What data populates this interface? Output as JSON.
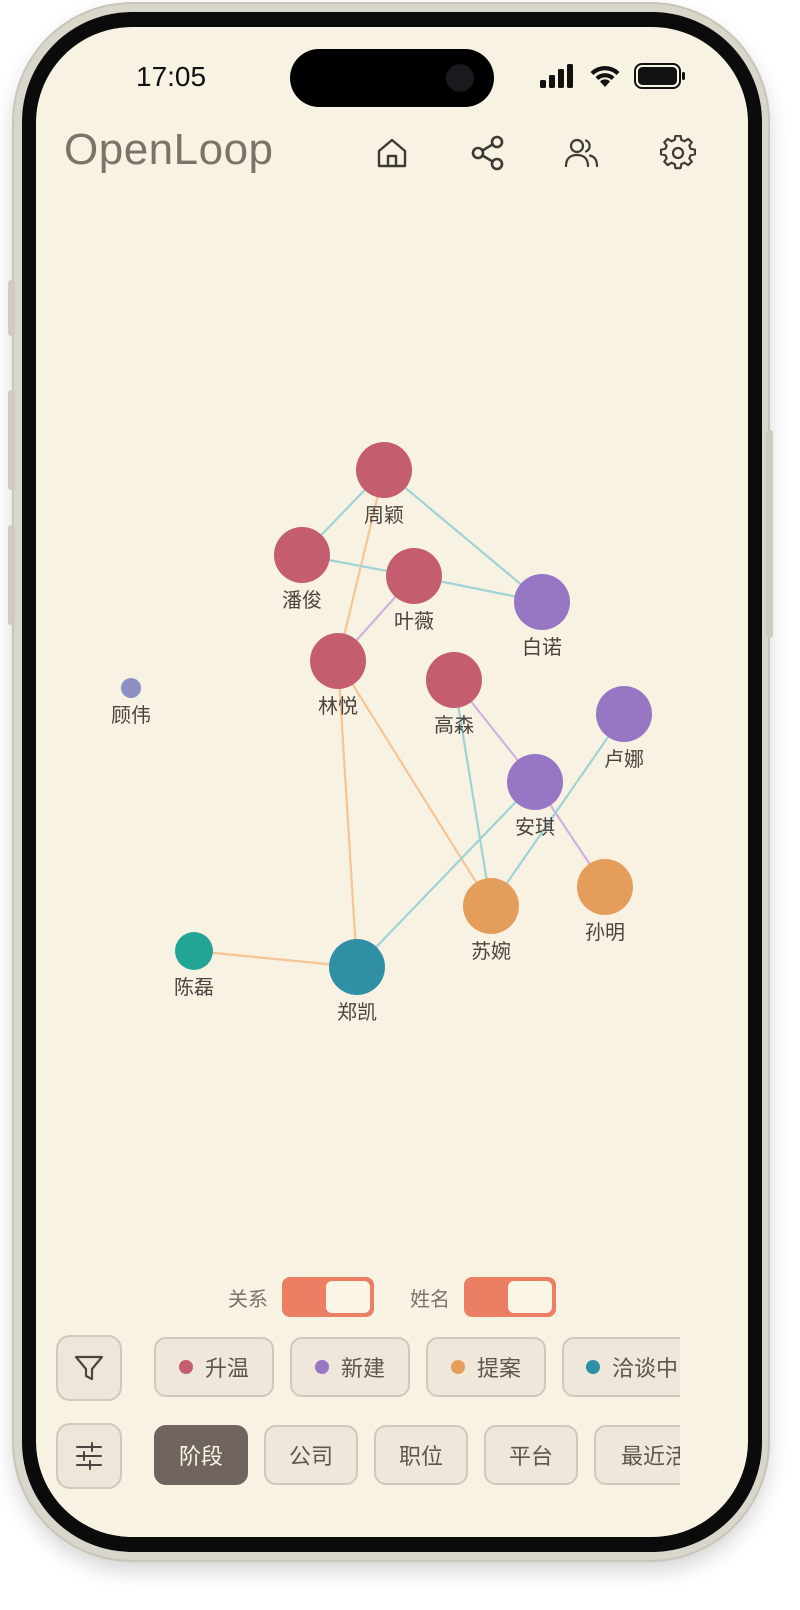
{
  "status": {
    "time": "17:05"
  },
  "app": {
    "logo": "OpenLoop"
  },
  "nav": [
    {
      "name": "home-icon"
    },
    {
      "name": "share-icon"
    },
    {
      "name": "users-icon"
    },
    {
      "name": "gear-icon"
    }
  ],
  "colors": {
    "background": "#f8f2e3",
    "warming": "#c45e6e",
    "new": "#9776c4",
    "proposal": "#e59d5c",
    "negotiating": "#2f8fa5",
    "other_teal": "#23a595",
    "isolated": "#8d90c4",
    "edge_teal": "#9fd3d6",
    "edge_orange": "#f7c593",
    "edge_purple": "#d1b2de",
    "toggle_on": "#eb7f63",
    "active_chip": "#6f655e"
  },
  "graph": {
    "nodes": [
      {
        "id": "zhouying",
        "label": "周颖",
        "stage": "warming"
      },
      {
        "id": "panjun",
        "label": "潘俊",
        "stage": "warming"
      },
      {
        "id": "yewei",
        "label": "叶薇",
        "stage": "warming"
      },
      {
        "id": "bainuo",
        "label": "白诺",
        "stage": "new"
      },
      {
        "id": "linyue",
        "label": "林悦",
        "stage": "warming"
      },
      {
        "id": "gaosen",
        "label": "高森",
        "stage": "warming"
      },
      {
        "id": "guwei",
        "label": "顾伟",
        "stage": "isolated"
      },
      {
        "id": "luna",
        "label": "卢娜",
        "stage": "new"
      },
      {
        "id": "anqi",
        "label": "安琪",
        "stage": "new"
      },
      {
        "id": "sunming",
        "label": "孙明",
        "stage": "proposal"
      },
      {
        "id": "suwan",
        "label": "苏婉",
        "stage": "proposal"
      },
      {
        "id": "chenlei",
        "label": "陈磊",
        "stage": "other_teal"
      },
      {
        "id": "zhengkai",
        "label": "郑凯",
        "stage": "negotiating"
      }
    ],
    "edges": [
      {
        "from": "zhouying",
        "to": "panjun",
        "type": "edge_teal"
      },
      {
        "from": "zhouying",
        "to": "bainuo",
        "type": "edge_teal"
      },
      {
        "from": "zhouying",
        "to": "linyue",
        "type": "edge_orange"
      },
      {
        "from": "panjun",
        "to": "yewei",
        "type": "edge_teal"
      },
      {
        "from": "yewei",
        "to": "bainuo",
        "type": "edge_teal"
      },
      {
        "from": "yewei",
        "to": "linyue",
        "type": "edge_purple"
      },
      {
        "from": "linyue",
        "to": "suwan",
        "type": "edge_orange"
      },
      {
        "from": "linyue",
        "to": "zhengkai",
        "type": "edge_orange"
      },
      {
        "from": "gaosen",
        "to": "anqi",
        "type": "edge_purple"
      },
      {
        "from": "gaosen",
        "to": "suwan",
        "type": "edge_teal"
      },
      {
        "from": "anqi",
        "to": "sunming",
        "type": "edge_purple"
      },
      {
        "from": "anqi",
        "to": "zhengkai",
        "type": "edge_teal"
      },
      {
        "from": "luna",
        "to": "suwan",
        "type": "edge_teal"
      },
      {
        "from": "chenlei",
        "to": "zhengkai",
        "type": "edge_orange"
      }
    ]
  },
  "toggles": [
    {
      "label": "关系",
      "on": true
    },
    {
      "label": "姓名",
      "on": true
    }
  ],
  "filters": {
    "icon": "filter-icon",
    "chips": [
      {
        "label": "升温",
        "color": "#c45e6e"
      },
      {
        "label": "新建",
        "color": "#9776c4"
      },
      {
        "label": "提案",
        "color": "#e59d5c"
      },
      {
        "label": "洽谈中",
        "color": "#2f8fa5"
      }
    ]
  },
  "group_by": {
    "icon": "sliders-icon",
    "chips": [
      {
        "label": "阶段",
        "active": true
      },
      {
        "label": "公司",
        "active": false
      },
      {
        "label": "职位",
        "active": false
      },
      {
        "label": "平台",
        "active": false
      },
      {
        "label": "最近活",
        "active": false
      }
    ]
  }
}
